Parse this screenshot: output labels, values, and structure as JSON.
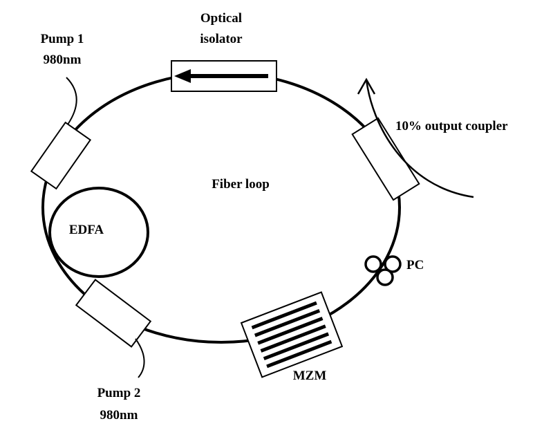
{
  "labels": {
    "pump1_name": "Pump 1",
    "pump1_wavelength": "980nm",
    "pump2_name": "Pump 2",
    "pump2_wavelength": "980nm",
    "isolator_line1": "Optical",
    "isolator_line2": "isolator",
    "coupler": "10% output coupler",
    "fiber_loop": "Fiber loop",
    "edfa": "EDFA",
    "pc": "PC",
    "mzm": "MZM"
  },
  "colors": {
    "stroke": "#000000",
    "background": "#ffffff"
  }
}
